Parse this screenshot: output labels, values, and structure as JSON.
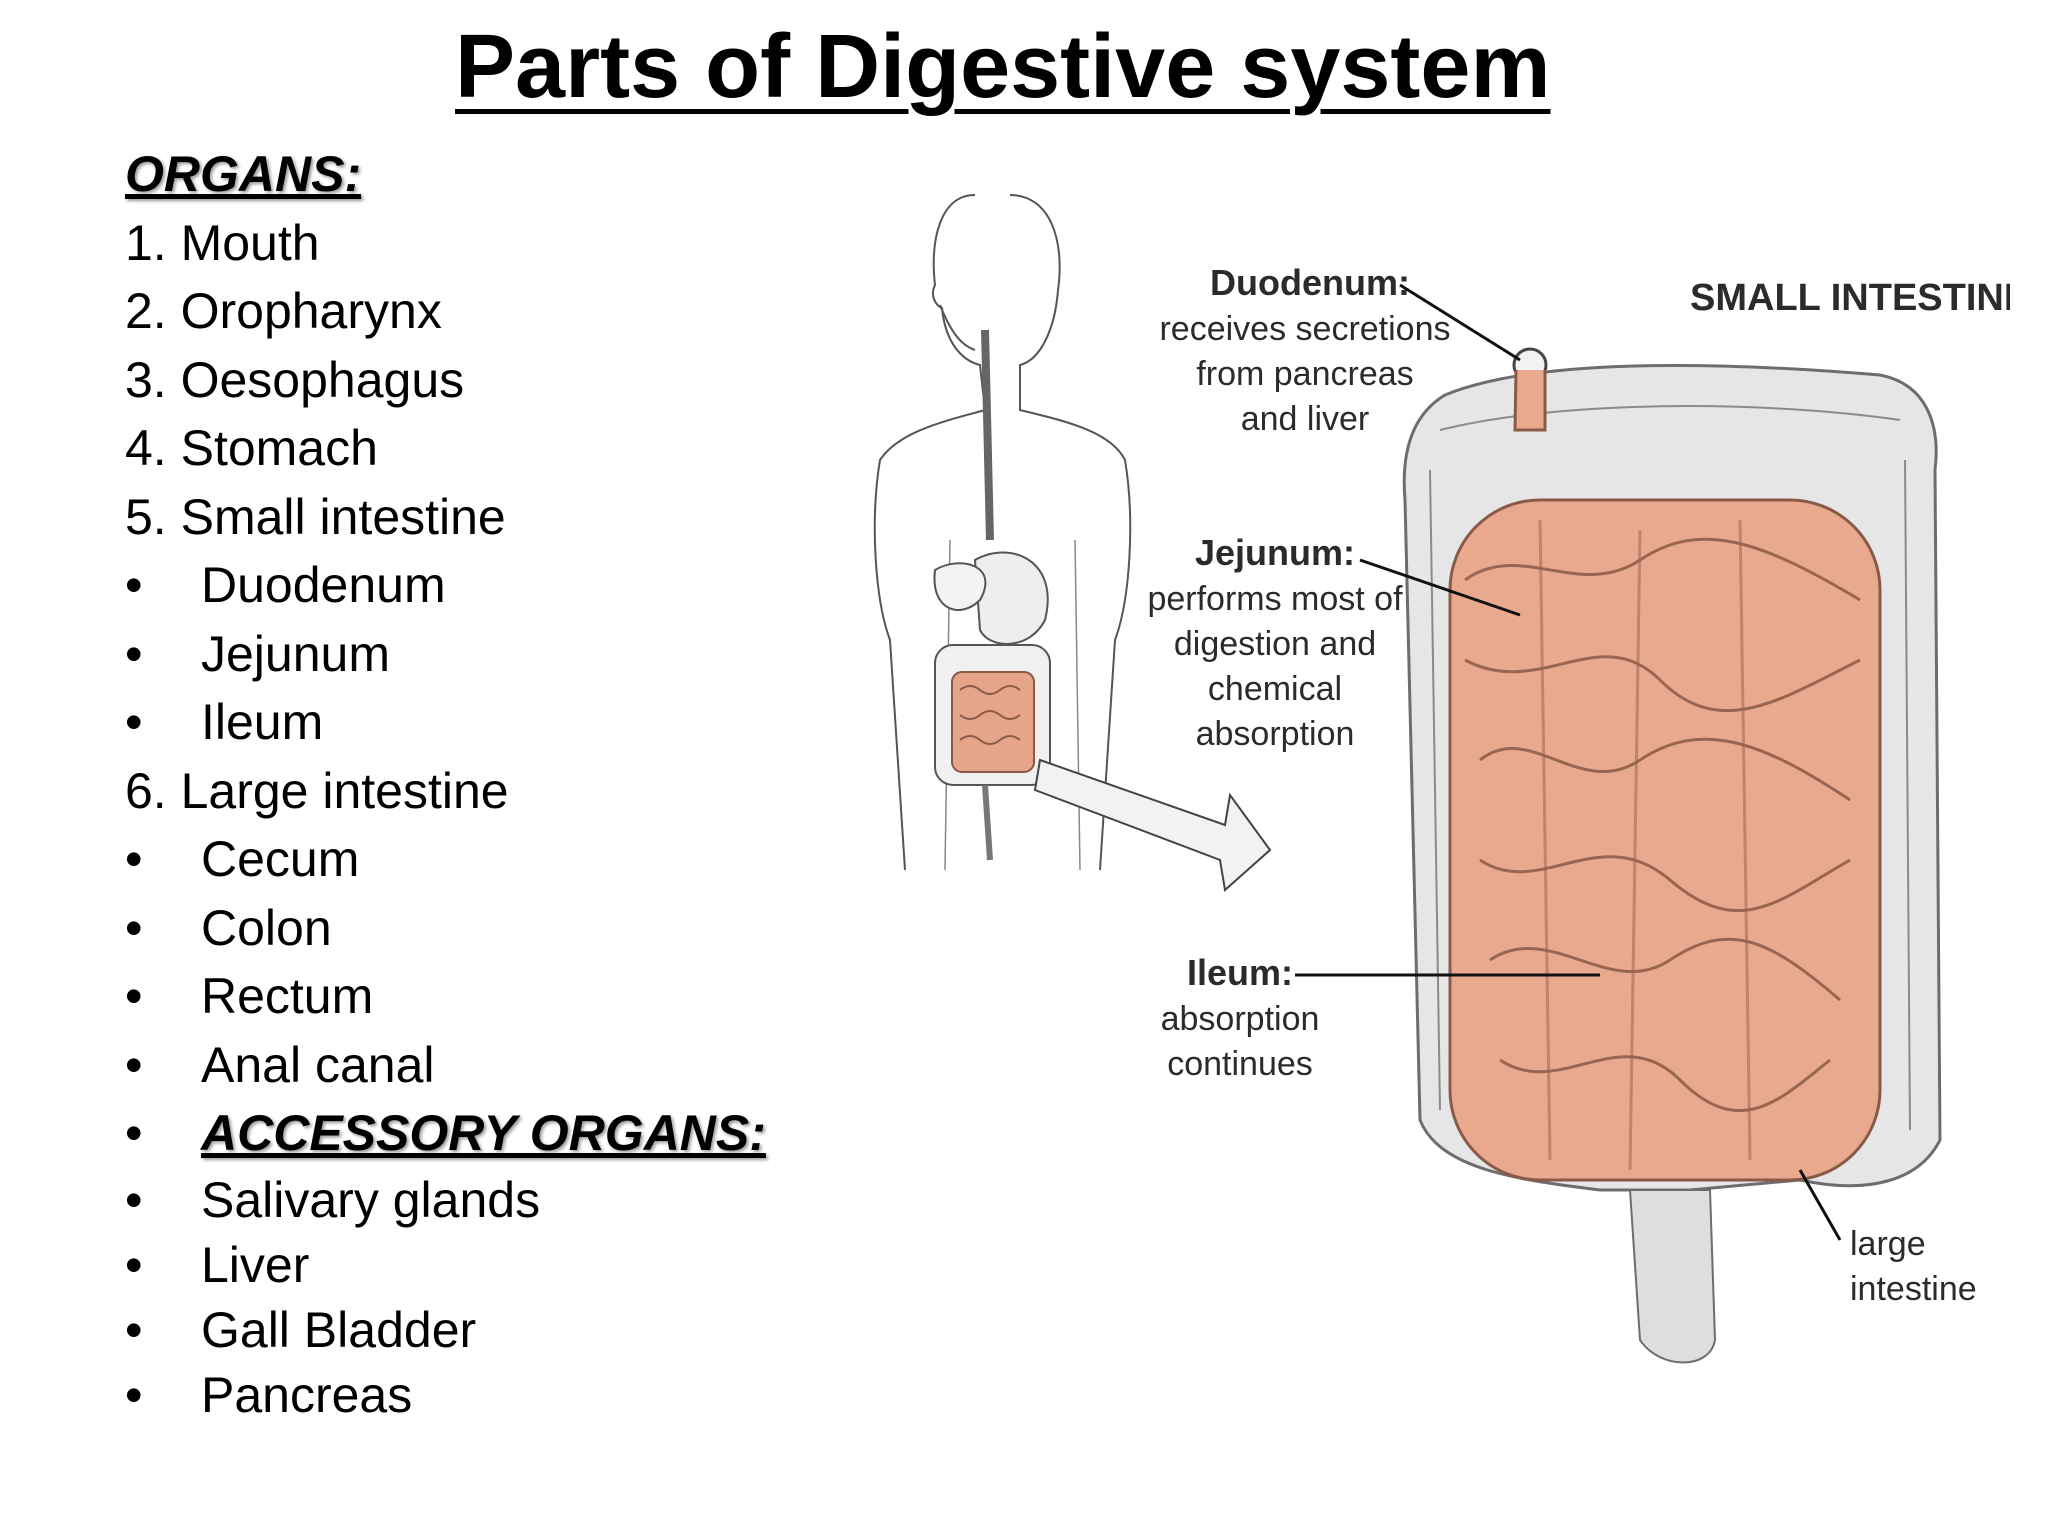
{
  "title": "Parts of Digestive system",
  "organs_heading": "ORGANS:",
  "organs": [
    "1. Mouth",
    "2. Oropharynx",
    "3. Oesophagus",
    "4. Stomach",
    "5. Small intestine"
  ],
  "small_intestine_parts": [
    "Duodenum",
    "Jejunum",
    "Ileum"
  ],
  "large_intestine": "6. Large intestine",
  "large_intestine_parts": [
    "Cecum",
    "Colon",
    "Rectum",
    "Anal canal"
  ],
  "accessory_heading": "ACCESSORY ORGANS:",
  "accessory_organs": [
    "Salivary glands",
    "Liver",
    "Gall Bladder",
    "Pancreas"
  ],
  "bullet": "•",
  "diagram": {
    "heading": "SMALL INTESTINE",
    "duodenum": {
      "name": "Duodenum:",
      "desc": [
        "receives secretions",
        "from pancreas",
        "and liver"
      ]
    },
    "jejunum": {
      "name": "Jejunum:",
      "desc": [
        "performs most of",
        "digestion and",
        "chemical",
        "absorption"
      ]
    },
    "ileum": {
      "name": "Ileum:",
      "desc": [
        "absorption",
        "continues"
      ]
    },
    "large_intestine": [
      "large",
      "intestine"
    ]
  },
  "colors": {
    "intestine_fill": "#e9a98f",
    "intestine_stroke": "#8a5a48",
    "colon_fill": "#e4e4e4",
    "colon_stroke": "#6d6d6d"
  }
}
